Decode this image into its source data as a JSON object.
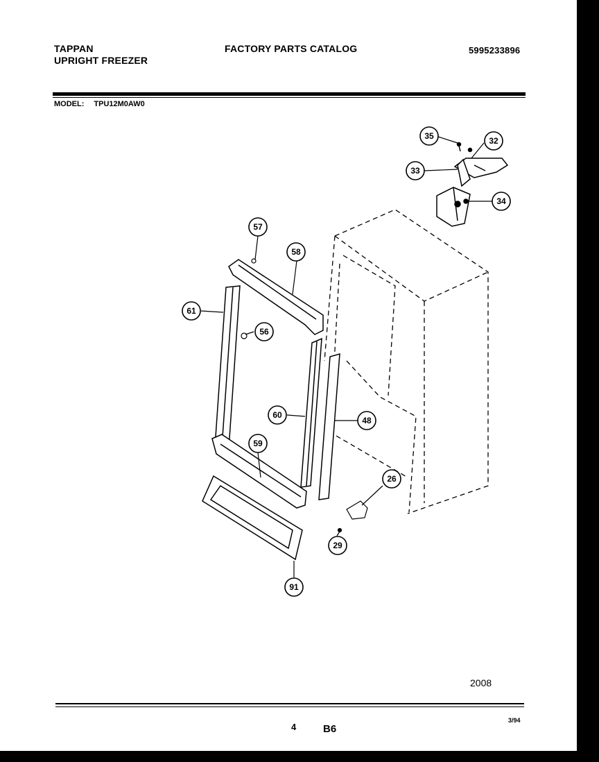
{
  "header": {
    "brand_line1": "TAPPAN",
    "brand_line2": "UPRIGHT FREEZER",
    "catalog_title": "FACTORY PARTS CATALOG",
    "catalog_number": "5995233896"
  },
  "model": {
    "label": "MODEL:",
    "value": "TPU12M0AW0"
  },
  "callouts": {
    "c35": "35",
    "c32": "32",
    "c33": "33",
    "c34": "34",
    "c57": "57",
    "c58": "58",
    "c61": "61",
    "c56": "56",
    "c60": "60",
    "c48": "48",
    "c59": "59",
    "c26": "26",
    "c29": "29",
    "c91": "91"
  },
  "footer": {
    "figure_code": "2008",
    "page_number": "4",
    "section": "B6",
    "date": "3/94"
  }
}
